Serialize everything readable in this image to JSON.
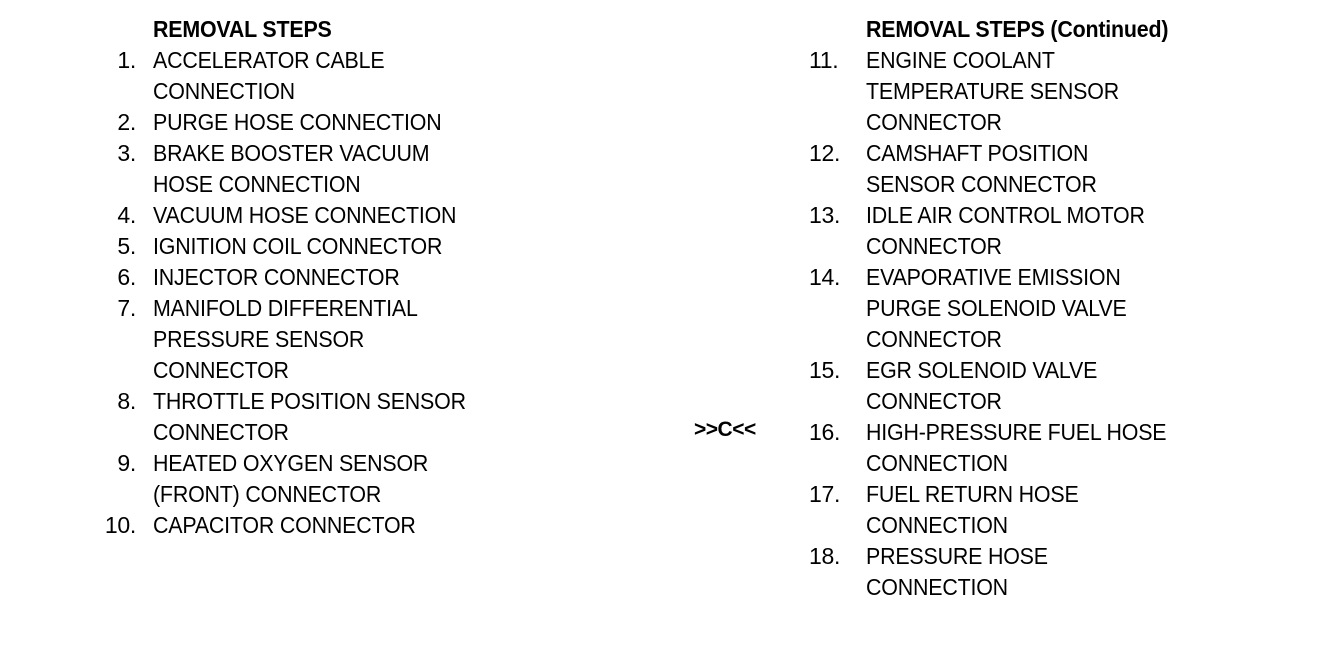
{
  "document": {
    "background_color": "#ffffff",
    "text_color": "#000000"
  },
  "left_column": {
    "header": "REMOVAL STEPS",
    "steps": [
      {
        "number": "1.",
        "lines": [
          "ACCELERATOR CABLE",
          "CONNECTION"
        ]
      },
      {
        "number": "2.",
        "lines": [
          "PURGE HOSE CONNECTION"
        ]
      },
      {
        "number": "3.",
        "lines": [
          "BRAKE BOOSTER VACUUM",
          "HOSE CONNECTION"
        ]
      },
      {
        "number": "4.",
        "lines": [
          "VACUUM HOSE CONNECTION"
        ]
      },
      {
        "number": "5.",
        "lines": [
          "IGNITION COIL CONNECTOR"
        ]
      },
      {
        "number": "6.",
        "lines": [
          "INJECTOR CONNECTOR"
        ]
      },
      {
        "number": "7.",
        "lines": [
          "MANIFOLD DIFFERENTIAL",
          "PRESSURE SENSOR",
          "CONNECTOR"
        ]
      },
      {
        "number": "8.",
        "lines": [
          "THROTTLE POSITION SENSOR",
          "CONNECTOR"
        ]
      },
      {
        "number": "9.",
        "lines": [
          "HEATED OXYGEN SENSOR",
          "(FRONT) CONNECTOR"
        ]
      },
      {
        "number": "10.",
        "lines": [
          "CAPACITOR CONNECTOR"
        ]
      }
    ]
  },
  "right_column": {
    "header": "REMOVAL STEPS (Continued)",
    "steps": [
      {
        "number": "11.",
        "lines": [
          "ENGINE COOLANT",
          "TEMPERATURE SENSOR",
          "CONNECTOR"
        ]
      },
      {
        "number": "12.",
        "lines": [
          "CAMSHAFT POSITION",
          "SENSOR CONNECTOR"
        ]
      },
      {
        "number": "13.",
        "lines": [
          "IDLE AIR CONTROL MOTOR",
          "CONNECTOR"
        ]
      },
      {
        "number": "14.",
        "lines": [
          "EVAPORATIVE EMISSION",
          "PURGE SOLENOID VALVE",
          "CONNECTOR"
        ]
      },
      {
        "number": "15.",
        "lines": [
          "EGR SOLENOID VALVE",
          "CONNECTOR"
        ]
      },
      {
        "number": "16.",
        "lines": [
          "HIGH-PRESSURE FUEL HOSE",
          "CONNECTION"
        ]
      },
      {
        "number": "17.",
        "lines": [
          "FUEL RETURN HOSE",
          "CONNECTION"
        ]
      },
      {
        "number": "18.",
        "lines": [
          "PRESSURE HOSE",
          "CONNECTION"
        ]
      }
    ]
  },
  "callout": {
    "marker": ">>C<<"
  }
}
